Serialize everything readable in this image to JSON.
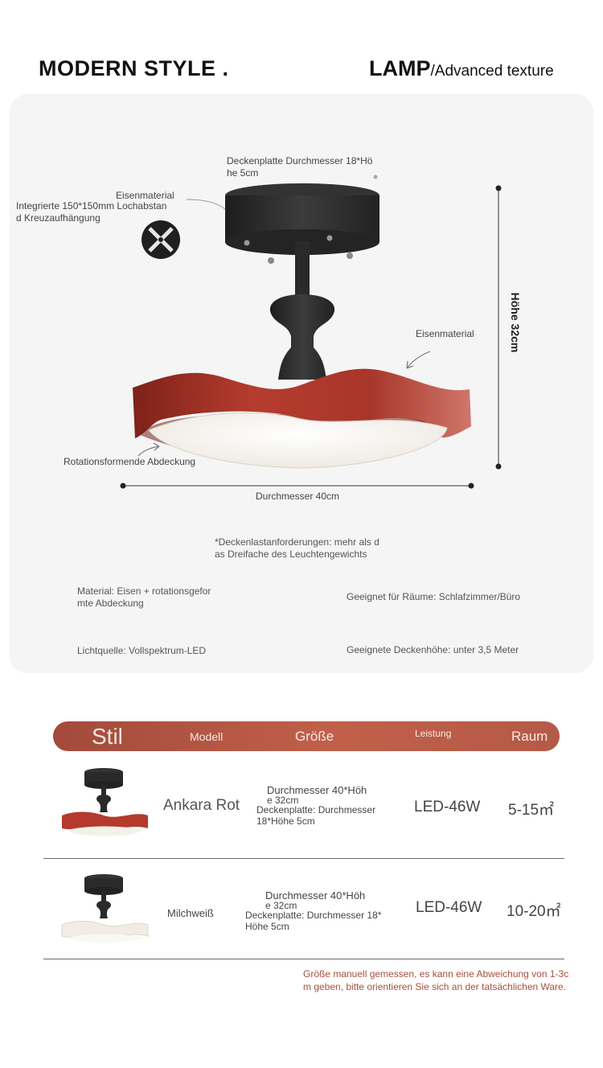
{
  "header": {
    "left_title": "MODERN STYLE .",
    "right_big": "LAMP",
    "right_small": "/Advanced texture"
  },
  "diagram": {
    "canopy_note_1": "Deckenplatte Durchmesser 18*Hö",
    "canopy_note_2": "he 5cm",
    "iron_material_top": "Eisenmaterial",
    "cross_mount_1": "Integrierte 150*150mm Lochabstan",
    "cross_mount_2": "d Kreuzaufhängung",
    "iron_material_right": "Eisenmaterial",
    "height_label": "Höhe 32cm",
    "cover_label": "Rotationsformende Abdeckung",
    "diameter_label": "Durchmesser 40cm",
    "colors": {
      "shade_red": "#a8362a",
      "body_black": "#2c2c2c",
      "diffuser": "#f4f1ea"
    }
  },
  "load_note": {
    "line1": "*Deckenlastanforderungen: mehr als d",
    "line2": "as Dreifache des Leuchtengewichts"
  },
  "specs": {
    "material_1": "Material: Eisen + rotationsgefor",
    "material_2": "mte Abdeckung",
    "rooms": "Geeignet für Räume: Schlafzimmer/Büro",
    "light_source": "Lichtquelle: Vollspektrum-LED",
    "ceiling_height": "Geeignete Deckenhöhe: unter 3,5 Meter"
  },
  "table": {
    "headers": {
      "style": "Stil",
      "model": "Modell",
      "size": "Größe",
      "power": "Leistung",
      "room": "Raum"
    },
    "rows": [
      {
        "model": "Ankara Rot",
        "size_1": "Durchmesser 40*Höh",
        "size_2": "e 32cm",
        "size_3": "Deckenplatte: Durchmesser",
        "size_4": "18*Höhe 5cm",
        "power": "LED-46W",
        "room": "5-15㎡",
        "shade_color": "#b33a2c"
      },
      {
        "model": "Milchweiß",
        "size_1": "Durchmesser 40*Höh",
        "size_2": "e 32cm",
        "size_3": "Deckenplatte: Durchmesser 18*",
        "size_4": "Höhe 5cm",
        "power": "LED-46W",
        "room": "10-20㎡",
        "shade_color": "#f1ede4"
      }
    ]
  },
  "footnote": {
    "line1": "Größe manuell gemessen, es kann eine Abweichung von 1-3c",
    "line2": "m geben, bitte orientieren Sie sich an der tatsächlichen Ware."
  }
}
